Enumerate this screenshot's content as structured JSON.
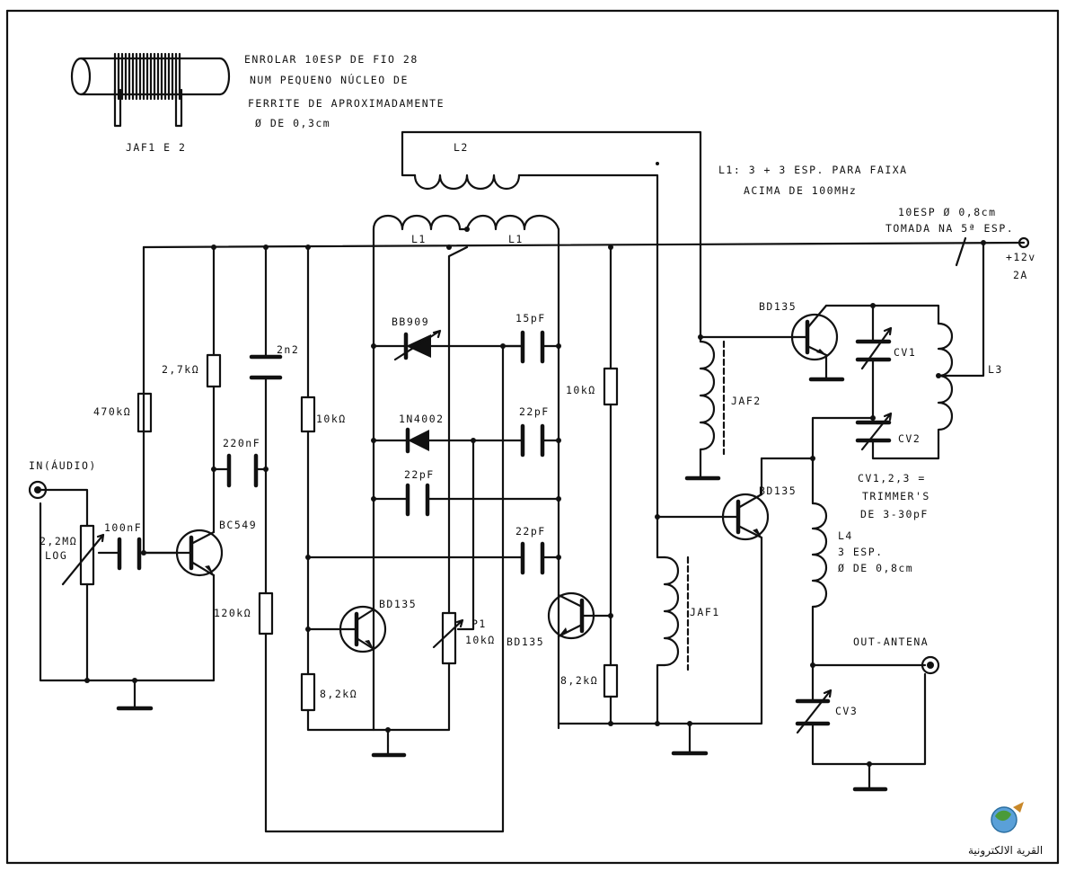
{
  "ink_color": "#111111",
  "note_lines": [
    "ENROLAR 10ESP DE FIO 28",
    "NUM PEQUENO NÚCLEO DE",
    "FERRITE DE APROXIMADAMENTE",
    "Ø DE 0,3cm"
  ],
  "jaf_caption": "JAF1 E 2",
  "l1_note": [
    "L1: 3 + 3 ESP. PARA FAIXA",
    "ACIMA DE 100MHz"
  ],
  "l3_note": [
    "10ESP Ø 0,8cm",
    "TOMADA NA 5ª ESP."
  ],
  "supply": [
    "+12v",
    "2A"
  ],
  "trimmer_note": [
    "CV1,2,3 =",
    "TRIMMER'S",
    "DE 3-30pF"
  ],
  "l4_note": [
    "L4",
    "3 ESP.",
    "Ø DE 0,8cm"
  ],
  "labels": {
    "l2": "L2",
    "l1_left": "L1",
    "l1_right": "L1",
    "bb909": "BB909",
    "c15p": "15pF",
    "r10k_a": "10kΩ",
    "r10k_b": "10kΩ",
    "in4002": "1N4002",
    "c22p_a": "22pF",
    "c22p_b": "22pF",
    "c22p_c": "22pF",
    "jaf2": "JAF2",
    "jaf1": "JAF1",
    "bd135_a": "BD135",
    "bd135_b": "BD135",
    "bd135_c": "BD135",
    "bd135_d": "BD135",
    "cv1": "CV1",
    "cv2": "CV2",
    "cv3": "CV3",
    "l3": "L3",
    "r2k7": "2,7kΩ",
    "c2n2": "2n2",
    "r470k": "470kΩ",
    "c220n": "220nF",
    "input": "IN(ÁUDIO)",
    "pot": [
      "2,2MΩ",
      "LOG"
    ],
    "c100n": "100nF",
    "bc549": "BC549",
    "r120k": "120kΩ",
    "r8k2_a": "8,2kΩ",
    "r8k2_b": "8,2kΩ",
    "p1": [
      "P1",
      "10kΩ"
    ],
    "out": "OUT-ANTENA"
  },
  "watermark": "القرية الالكترونية"
}
